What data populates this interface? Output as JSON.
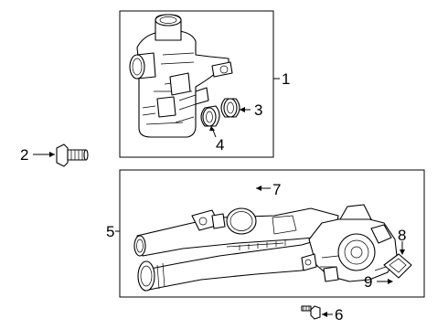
{
  "diagram": {
    "callouts": [
      {
        "id": "1",
        "text": "1"
      },
      {
        "id": "2",
        "text": "2"
      },
      {
        "id": "3",
        "text": "3"
      },
      {
        "id": "4",
        "text": "4"
      },
      {
        "id": "5",
        "text": "5"
      },
      {
        "id": "6",
        "text": "6"
      },
      {
        "id": "7",
        "text": "7"
      },
      {
        "id": "8",
        "text": "8"
      },
      {
        "id": "9",
        "text": "9"
      }
    ],
    "groups": [
      {
        "name": "water-pump-assembly-box",
        "contains": [
          "3",
          "4"
        ]
      },
      {
        "name": "thermostat-housing-assembly-box",
        "contains": [
          "7",
          "8",
          "9"
        ]
      }
    ]
  }
}
